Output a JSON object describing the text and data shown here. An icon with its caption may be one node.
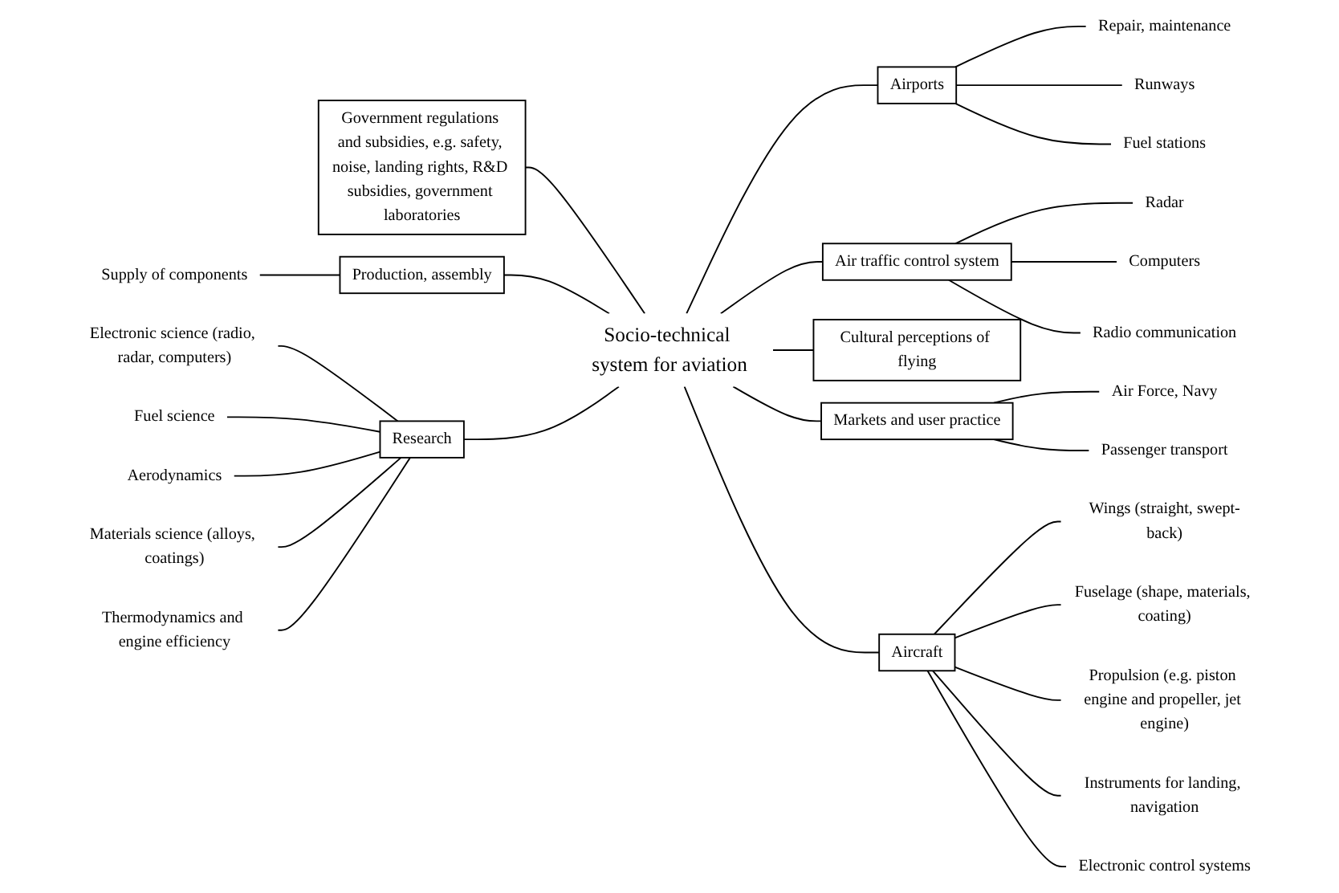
{
  "diagram": {
    "nodes": [
      {
        "text": [
          "Socio-technical system for aviation"
        ]
      },
      {
        "text": [
          "Government regulations and subsidies, e.g. safety, noise, landing rights, R&D subsidies, government laboratories"
        ]
      },
      {
        "text": [
          "Production, assembly"
        ]
      },
      {
        "text": [
          "Supply of components"
        ]
      },
      {
        "text": [
          "Airports"
        ]
      },
      {
        "text": [
          "Repair, maintenance"
        ]
      },
      {
        "text": [
          "Runways"
        ]
      },
      {
        "text": [
          "Fuel stations"
        ]
      },
      {
        "text": [
          "Research"
        ]
      },
      {
        "text": [
          "Electronic science (radio, radar, computers)"
        ]
      },
      {
        "text": [
          "Fuel science"
        ]
      },
      {
        "text": [
          "Aerodynamics"
        ]
      },
      {
        "text": [
          "Materials science (alloys, coatings)"
        ]
      },
      {
        "text": [
          "Thermodynamics and engine efficiency"
        ]
      },
      {
        "text": [
          "Air traffic control system"
        ]
      },
      {
        "text": [
          "Radar"
        ]
      },
      {
        "text": [
          "Computers"
        ]
      },
      {
        "text": [
          "Radio communication"
        ]
      },
      {
        "text": [
          "Cultural perceptions of flying"
        ]
      },
      {
        "text": [
          "Markets and user practice"
        ]
      },
      {
        "text": [
          "Air Force, Navy"
        ]
      },
      {
        "text": [
          "Passenger transport"
        ]
      },
      {
        "text": [
          "Aircraft"
        ]
      },
      {
        "text": [
          "Wings (straight, swept-back)"
        ]
      },
      {
        "text": [
          "Fuselage (shape, materials, coating)"
        ]
      },
      {
        "text": [
          "Propulsion (e.g. piston engine and propeller, jet engine)"
        ]
      },
      {
        "text": [
          "Instruments for landing, navigation"
        ]
      },
      {
        "text": [
          "Electronic control systems"
        ]
      }
    ],
    "edges": [
      {
        "from": 1,
        "to": 0,
        "arrow": "none"
      },
      {
        "from": 2,
        "to": 0,
        "arrow": "none"
      },
      {
        "from": 3,
        "to": 2,
        "arrow": "none"
      },
      {
        "from": 0,
        "to": 4,
        "arrow": "none"
      },
      {
        "from": 4,
        "to": 5,
        "arrow": "none"
      },
      {
        "from": 4,
        "to": 6,
        "arrow": "none"
      },
      {
        "from": 4,
        "to": 7,
        "arrow": "none"
      },
      {
        "from": 8,
        "to": 0,
        "arrow": "none"
      },
      {
        "from": 9,
        "to": 8,
        "arrow": "none"
      },
      {
        "from": 10,
        "to": 8,
        "arrow": "none"
      },
      {
        "from": 11,
        "to": 8,
        "arrow": "none"
      },
      {
        "from": 12,
        "to": 8,
        "arrow": "none"
      },
      {
        "from": 13,
        "to": 8,
        "arrow": "none"
      },
      {
        "from": 0,
        "to": 14,
        "arrow": "none"
      },
      {
        "from": 14,
        "to": 15,
        "arrow": "none"
      },
      {
        "from": 14,
        "to": 16,
        "arrow": "none"
      },
      {
        "from": 14,
        "to": 17,
        "arrow": "none"
      },
      {
        "from": 0,
        "to": 18,
        "arrow": "none"
      },
      {
        "from": 0,
        "to": 19,
        "arrow": "none"
      },
      {
        "from": 19,
        "to": 20,
        "arrow": "none"
      },
      {
        "from": 19,
        "to": 21,
        "arrow": "none"
      },
      {
        "from": 0,
        "to": 22,
        "arrow": "none"
      },
      {
        "from": 22,
        "to": 23,
        "arrow": "none"
      },
      {
        "from": 22,
        "to": 24,
        "arrow": "none"
      },
      {
        "from": 22,
        "to": 25,
        "arrow": "none"
      },
      {
        "from": 22,
        "to": 26,
        "arrow": "none"
      },
      {
        "from": 22,
        "to": 27,
        "arrow": "none"
      }
    ]
  }
}
